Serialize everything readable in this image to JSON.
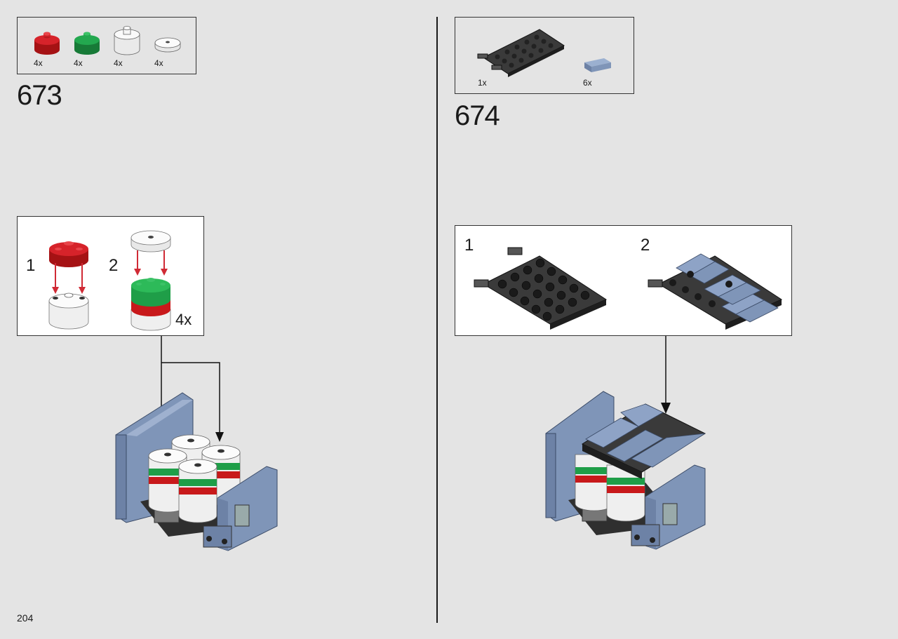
{
  "page": {
    "number": "204"
  },
  "step_673": {
    "number": "673",
    "parts": [
      {
        "name": "red-round-brick-icon",
        "qty": "4x",
        "color": "#c8191b"
      },
      {
        "name": "green-round-brick-icon",
        "qty": "4x",
        "color": "#1f9e48"
      },
      {
        "name": "white-round-brick-icon",
        "qty": "4x",
        "color": "#f4f4f4"
      },
      {
        "name": "white-round-tile-icon",
        "qty": "4x",
        "color": "#f4f4f4"
      }
    ],
    "substeps": [
      {
        "label": "1"
      },
      {
        "label": "2"
      }
    ],
    "multiplier": "4x"
  },
  "step_674": {
    "number": "674",
    "parts": [
      {
        "name": "dark-gray-plate-icon",
        "qty": "1x",
        "color": "#3a3a3a"
      },
      {
        "name": "sand-blue-tile-icon",
        "qty": "6x",
        "color": "#7f95b8"
      }
    ],
    "substeps": [
      {
        "label": "1"
      },
      {
        "label": "2"
      }
    ]
  },
  "colors": {
    "background": "#e4e4e4",
    "red": "#c8191b",
    "green": "#1f9e48",
    "sand_blue": "#7f95b8",
    "dark_gray": "#3a3a3a",
    "arrow_red": "#d02a35"
  }
}
